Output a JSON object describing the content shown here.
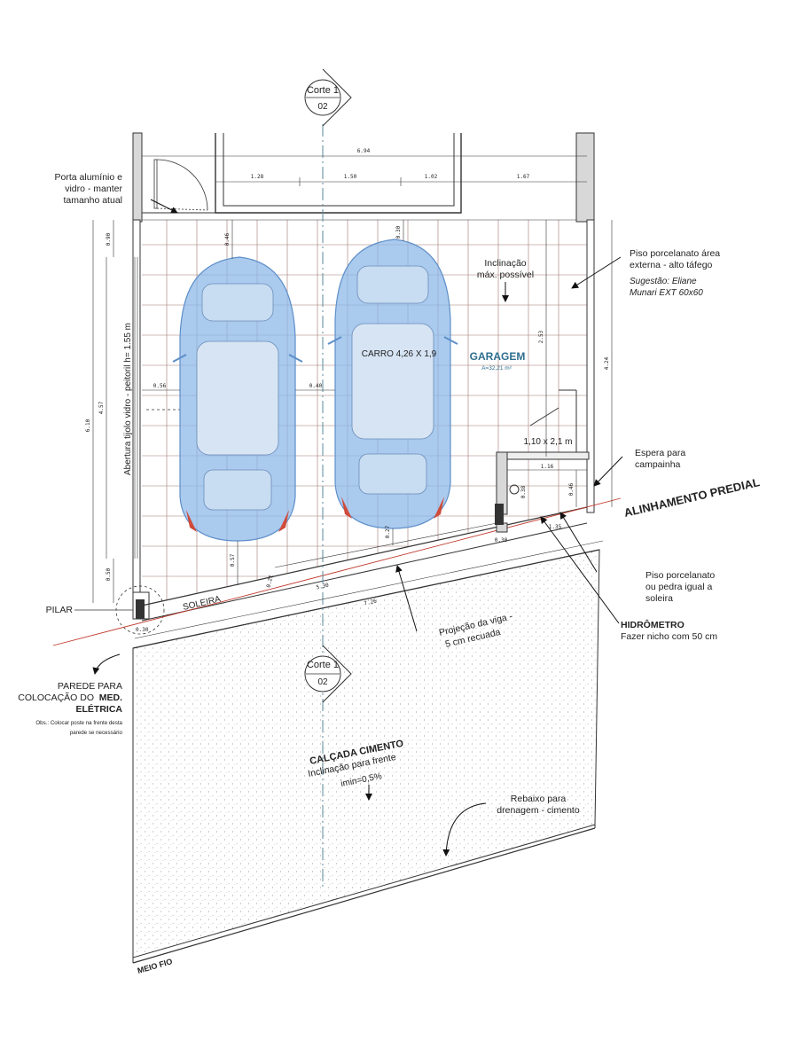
{
  "section_markers": {
    "top": {
      "label": "Corte 1",
      "sheet": "02"
    },
    "bottom": {
      "label": "Corte 1",
      "sheet": "02"
    }
  },
  "dimensions": {
    "top_total": "6.94",
    "top_segments": [
      "1.28",
      "1.50",
      "1.02",
      "1.67"
    ],
    "left_total": "6.10",
    "left_inner": "4.57",
    "left_top": "0.90",
    "left_bottom": "0.50",
    "car_left_top": "0.46",
    "car_right_top": "0.30",
    "car_left_side": "0.56",
    "between_cars": "0.40",
    "car_left_bottom": "0.57",
    "car_right_bottom": "0.27",
    "right_inner": "2.53",
    "right_total": "4.24",
    "soleira_small": "0.21",
    "soleira_length": "5.30",
    "front_length": "7.26",
    "pilar_small": "0.30",
    "gate_right": "1.16",
    "gate_depth": "0.46",
    "meter_small": "0.38",
    "meter_width": "0.30",
    "meter_right": "1.35"
  },
  "labels": {
    "door_note": [
      "Porta alumínio e",
      "vidro - manter",
      "tamanho atual"
    ],
    "window_note": "Abertura tijolo vidro - peitoril h= 1.55 m",
    "floor_note": [
      "Piso porcelanato área",
      "externa - alto táfego"
    ],
    "floor_suggest": [
      "Sugestão: Eliane",
      "Munari EXT 60x60"
    ],
    "slope_note": [
      "Inclinação",
      "máx. possível"
    ],
    "car_label": "CARRO 4,26 X 1,9",
    "room_name": "GARAGEM",
    "room_area": "A=32,21 m²",
    "gate_size": "1,10 x 2,1 m",
    "bell_note": [
      "Espera para",
      "campainha"
    ],
    "property_line": "ALINHAMENTO PREDIAL",
    "threshold_note": [
      "Piso porcelanato",
      "ou pedra igual a",
      "soleira"
    ],
    "meter_title": "HIDRÔMETRO",
    "meter_note": "Fazer nicho com 50 cm",
    "beam_note": [
      "Projeção da viga -",
      "5 cm recuada"
    ],
    "soleira": "SOLEIRA",
    "pilar": "PILAR",
    "wall_note_1": "PAREDE PARA",
    "wall_note_2": "COLOCAÇÃO DO",
    "wall_note_bold": "MED.",
    "wall_note_3": "ELÉTRICA",
    "wall_obs": [
      "Obs.: Colocar poste na frente desta",
      "parede se necessário"
    ],
    "sidewalk_title": "CALÇADA CIMENTO",
    "sidewalk_slope": "Inclinação para frente",
    "sidewalk_imin": "imin=0,5%",
    "drain_note": [
      "Rebaixo para",
      "drenagem - cimento"
    ],
    "curb": "MEIO FIO"
  },
  "colors": {
    "line": "#333333",
    "grid": "#a07870",
    "car": "#8db8e8",
    "property_line": "#c0392b",
    "room_name": "#2e6e8e"
  }
}
